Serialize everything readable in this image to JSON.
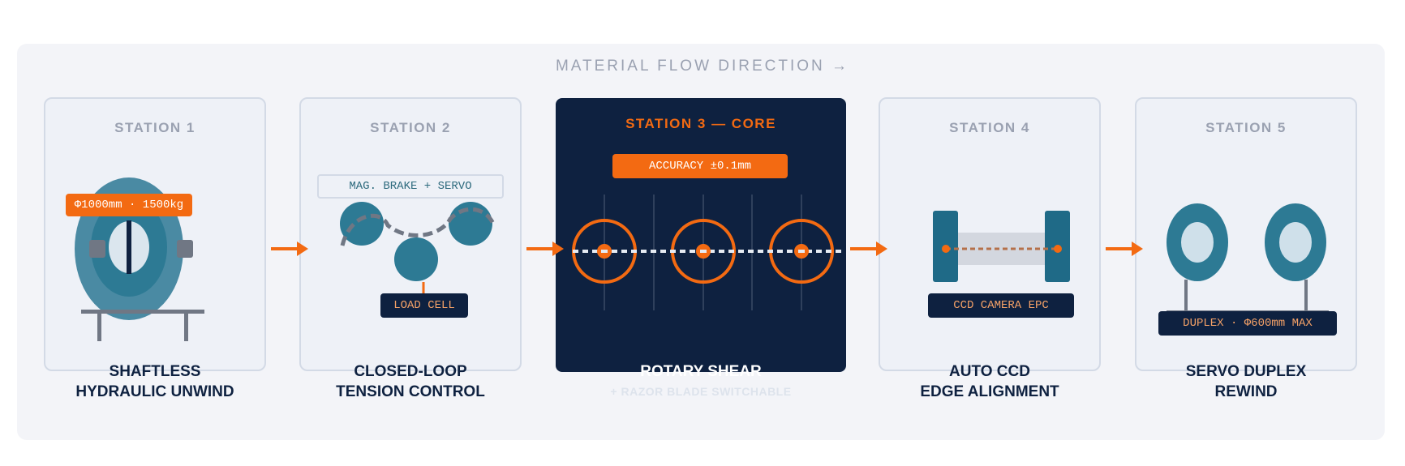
{
  "flow": {
    "title": "MATERIAL FLOW DIRECTION →"
  },
  "stations": [
    {
      "label": "STATION 1",
      "tag": "Φ1000mm · 1500kg",
      "caption_l1": "SHAFTLESS",
      "caption_l2": "HYDRAULIC UNWIND"
    },
    {
      "label": "STATION 2",
      "tag_top": "MAG. BRAKE + SERVO",
      "tag": "LOAD CELL",
      "caption_l1": "CLOSED-LOOP",
      "caption_l2": "TENSION CONTROL"
    },
    {
      "label": "STATION 3 — CORE",
      "tag": "ACCURACY ±0.1mm",
      "caption_l1": "ROTARY SHEAR",
      "caption_l2": "+ RAZOR BLADE SWITCHABLE"
    },
    {
      "label": "STATION 4",
      "tag": "CCD CAMERA EPC",
      "caption_l1": "AUTO CCD",
      "caption_l2": "EDGE ALIGNMENT"
    },
    {
      "label": "STATION 5",
      "tag": "DUPLEX · Φ600mm MAX",
      "caption_l1": "SERVO DUPLEX",
      "caption_l2": "REWIND"
    }
  ],
  "colors": {
    "navy": "#0e2140",
    "orange": "#f36a12",
    "teal": "#2d7a94",
    "steel": "#4a8aa3",
    "grey": "#707784"
  },
  "icons": [
    "arrow-right-icon"
  ]
}
